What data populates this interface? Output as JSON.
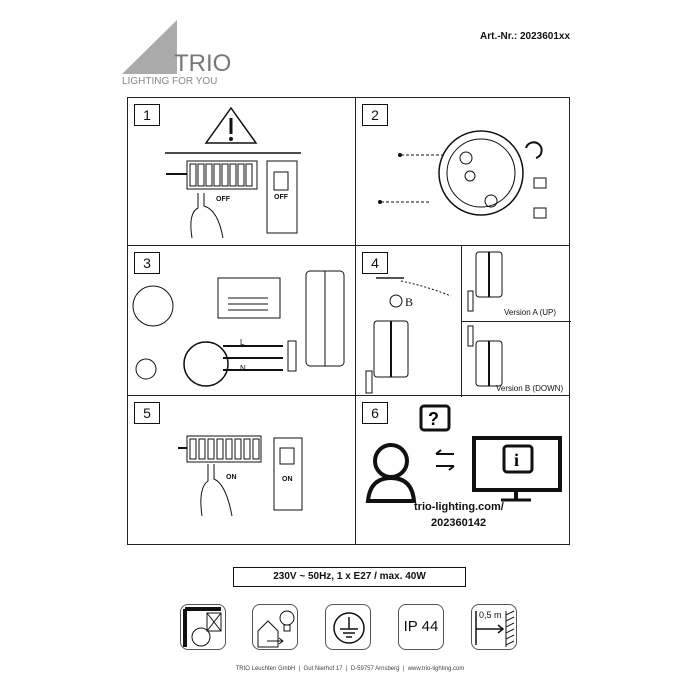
{
  "header": {
    "brand": "TRIO",
    "tagline": "LIGHTING FOR YOU",
    "article_number": "Art.-Nr.: 2023601xx"
  },
  "steps": [
    {
      "number": "1",
      "labels": [
        "OFF",
        "OFF"
      ]
    },
    {
      "number": "2"
    },
    {
      "number": "3",
      "labels": [
        "L",
        "N"
      ]
    },
    {
      "number": "4",
      "bulb_label": "B",
      "version_a": "Version A (UP)",
      "version_b": "Version B (DOWN)"
    },
    {
      "number": "5",
      "labels": [
        "ON",
        "ON"
      ]
    },
    {
      "number": "6",
      "url": "trio-lighting.com/",
      "code": "202360142"
    }
  ],
  "spec": "230V ~ 50Hz, 1 x E27 / max. 40W",
  "icons": {
    "ip_rating": "IP 44",
    "distance": "0,5 m"
  },
  "footer": "TRIO Leuchten GmbH  |  Gut Nierhof 17  |  D-59757 Arnsberg  |  www.trio-lighting.com"
}
